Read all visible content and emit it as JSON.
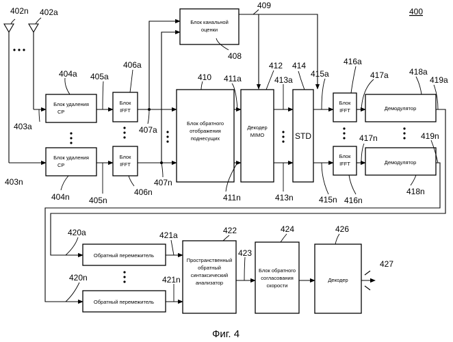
{
  "figure_number": "400",
  "caption": "Фиг. 4",
  "blocks": {
    "channel_estimation": [
      "Блок канальной",
      "оценки"
    ],
    "cp_removal_a": [
      "Блок удаления",
      "CP"
    ],
    "cp_removal_n": [
      "Блок удаления",
      "CP"
    ],
    "ifft_rx_a": [
      "Блок",
      "IFFT"
    ],
    "ifft_rx_n": [
      "Блок",
      "IFFT"
    ],
    "subcarrier_demapper": [
      "Блок обратного",
      "отображения",
      "поднесущих"
    ],
    "mimo_decoder": [
      "Декодер",
      "MIMO"
    ],
    "std": "STD",
    "ifft_tx_a": [
      "Блок",
      "IFFT"
    ],
    "ifft_tx_n": [
      "Блок",
      "IFFT"
    ],
    "demodulator_a": "Демодулятор",
    "demodulator_n": "Демодулятор",
    "deinterleaver_a": "Обратный перемежитель",
    "deinterleaver_n": "Обратный перемежитель",
    "spatial_deparser": [
      "Пространственный",
      "обратный",
      "синтаксический",
      "анализатор"
    ],
    "rate_dematching": [
      "Блок обратного",
      "согласования",
      "скорости"
    ],
    "decoder": "Декодер"
  },
  "refs": {
    "r400": "400",
    "r402n": "402n",
    "r402a": "402a",
    "r403a": "403a",
    "r403n": "403n",
    "r404a": "404a",
    "r404n": "404n",
    "r405a": "405a",
    "r405n": "405n",
    "r406a": "406a",
    "r406n": "406n",
    "r407a": "407a",
    "r407n": "407n",
    "r408": "408",
    "r409": "409",
    "r410": "410",
    "r411a": "411a",
    "r411n": "411n",
    "r412": "412",
    "r413a": "413a",
    "r413n": "413n",
    "r414": "414",
    "r415a": "415a",
    "r415n": "415n",
    "r416a": "416a",
    "r416n": "416n",
    "r417a": "417a",
    "r417n": "417n",
    "r418a": "418a",
    "r418n": "418n",
    "r419a": "419a",
    "r419n": "419n",
    "r420a": "420a",
    "r420n": "420n",
    "r421a": "421a",
    "r421n": "421n",
    "r422": "422",
    "r423": "423",
    "r424": "424",
    "r426": "426",
    "r427": "427"
  }
}
